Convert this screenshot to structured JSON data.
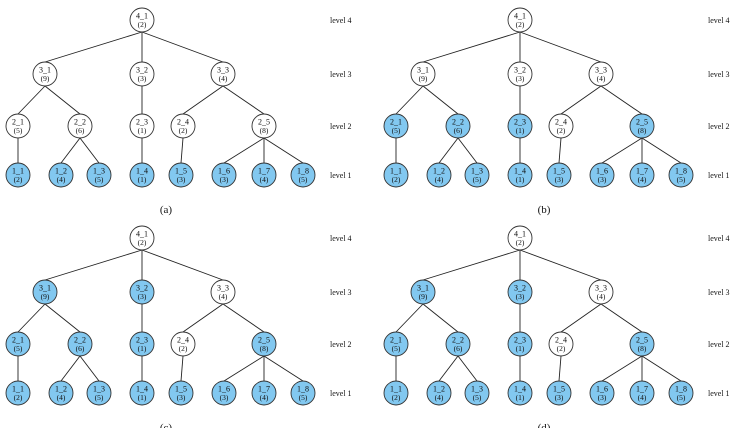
{
  "colors": {
    "filled": "#82c8f0",
    "empty": "#ffffff",
    "stroke": "#333333"
  },
  "level_labels": [
    "level 4",
    "level 3",
    "level 2",
    "level 1"
  ],
  "nodes": [
    {
      "id": "4_1",
      "value": "(2)",
      "level": 4
    },
    {
      "id": "3_1",
      "value": "(9)",
      "level": 3
    },
    {
      "id": "3_2",
      "value": "(3)",
      "level": 3
    },
    {
      "id": "3_3",
      "value": "(4)",
      "level": 3
    },
    {
      "id": "2_1",
      "value": "(5)",
      "level": 2
    },
    {
      "id": "2_2",
      "value": "(6)",
      "level": 2
    },
    {
      "id": "2_3",
      "value": "(1)",
      "level": 2
    },
    {
      "id": "2_4",
      "value": "(2)",
      "level": 2
    },
    {
      "id": "2_5",
      "value": "(8)",
      "level": 2
    },
    {
      "id": "1_1",
      "value": "(2)",
      "level": 1
    },
    {
      "id": "1_2",
      "value": "(4)",
      "level": 1
    },
    {
      "id": "1_3",
      "value": "(5)",
      "level": 1
    },
    {
      "id": "1_4",
      "value": "(1)",
      "level": 1
    },
    {
      "id": "1_5",
      "value": "(3)",
      "level": 1
    },
    {
      "id": "1_6",
      "value": "(3)",
      "level": 1
    },
    {
      "id": "1_7",
      "value": "(4)",
      "level": 1
    },
    {
      "id": "1_8",
      "value": "(5)",
      "level": 1
    }
  ],
  "edges": [
    [
      "4_1",
      "3_1"
    ],
    [
      "4_1",
      "3_2"
    ],
    [
      "4_1",
      "3_3"
    ],
    [
      "3_1",
      "2_1"
    ],
    [
      "3_1",
      "2_2"
    ],
    [
      "3_2",
      "2_3"
    ],
    [
      "3_3",
      "2_4"
    ],
    [
      "3_3",
      "2_5"
    ],
    [
      "2_1",
      "1_1"
    ],
    [
      "2_2",
      "1_2"
    ],
    [
      "2_2",
      "1_3"
    ],
    [
      "2_3",
      "1_4"
    ],
    [
      "2_4",
      "1_5"
    ],
    [
      "2_5",
      "1_6"
    ],
    [
      "2_5",
      "1_7"
    ],
    [
      "2_5",
      "1_8"
    ]
  ],
  "panels": [
    {
      "caption": "(a)",
      "filled": [
        "1_1",
        "1_2",
        "1_3",
        "1_4",
        "1_5",
        "1_6",
        "1_7",
        "1_8"
      ]
    },
    {
      "caption": "(b)",
      "filled": [
        "1_1",
        "1_2",
        "1_3",
        "1_4",
        "1_5",
        "1_6",
        "1_7",
        "1_8",
        "2_1",
        "2_2",
        "2_3",
        "2_5"
      ]
    },
    {
      "caption": "(c)",
      "filled": [
        "1_1",
        "1_2",
        "1_3",
        "1_4",
        "1_5",
        "1_6",
        "1_7",
        "1_8",
        "2_1",
        "2_2",
        "2_3",
        "2_5",
        "3_1",
        "3_2"
      ]
    },
    {
      "caption": "(d)",
      "filled": [
        "1_1",
        "1_2",
        "1_3",
        "1_4",
        "1_5",
        "1_6",
        "1_7",
        "1_8",
        "2_1",
        "2_2",
        "2_3",
        "2_5",
        "3_1",
        "3_2"
      ]
    }
  ]
}
